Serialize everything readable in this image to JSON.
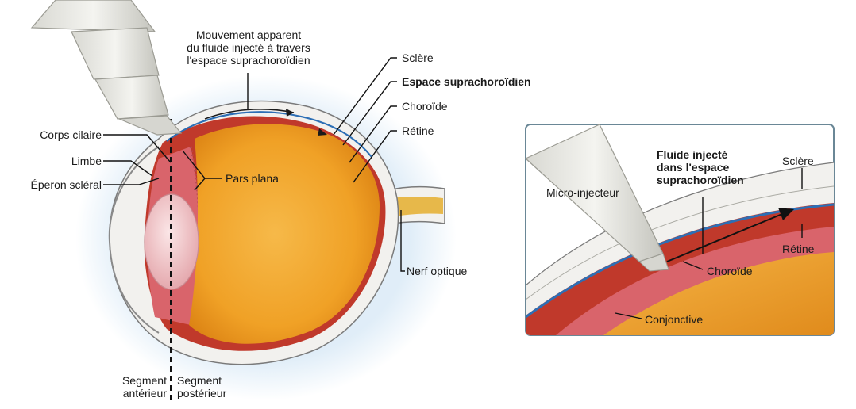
{
  "colors": {
    "sclera": "#f2f1ee",
    "sclera_outline": "#7a7a7a",
    "choroid": "#c0392b",
    "retina": "#e9a33b",
    "vitreous": "#f4a623",
    "ciliary": "#d9646b",
    "lens": "#f3c6c9",
    "fluid": "#2d6fb5",
    "nerve": "#e7b84a",
    "inset_border": "#6a8796",
    "glow": "#dcebf7"
  },
  "labels": {
    "movement": [
      "Mouvement apparent",
      "du fluide injecté à travers",
      "l'espace suprachoroïdien"
    ],
    "sclere": "Sclère",
    "espace": "Espace suprachoroïdien",
    "choroide": "Choroïde",
    "retine": "Rétine",
    "nerf": "Nerf optique",
    "corps": "Corps cilaire",
    "limbe": "Limbe",
    "eperon": "Éperon scléral",
    "pars": "Pars plana",
    "seg_ant": [
      "Segment",
      "antérieur"
    ],
    "seg_post": [
      "Segment",
      "postérieur"
    ]
  },
  "inset": {
    "micro": "Micro-injecteur",
    "fluide": [
      "Fluide injecté",
      "dans l'espace",
      "suprachoroïdien"
    ],
    "sclere": "Sclère",
    "retine": "Rétine",
    "choroide": "Choroïde",
    "conjonctive": "Conjonctive"
  }
}
